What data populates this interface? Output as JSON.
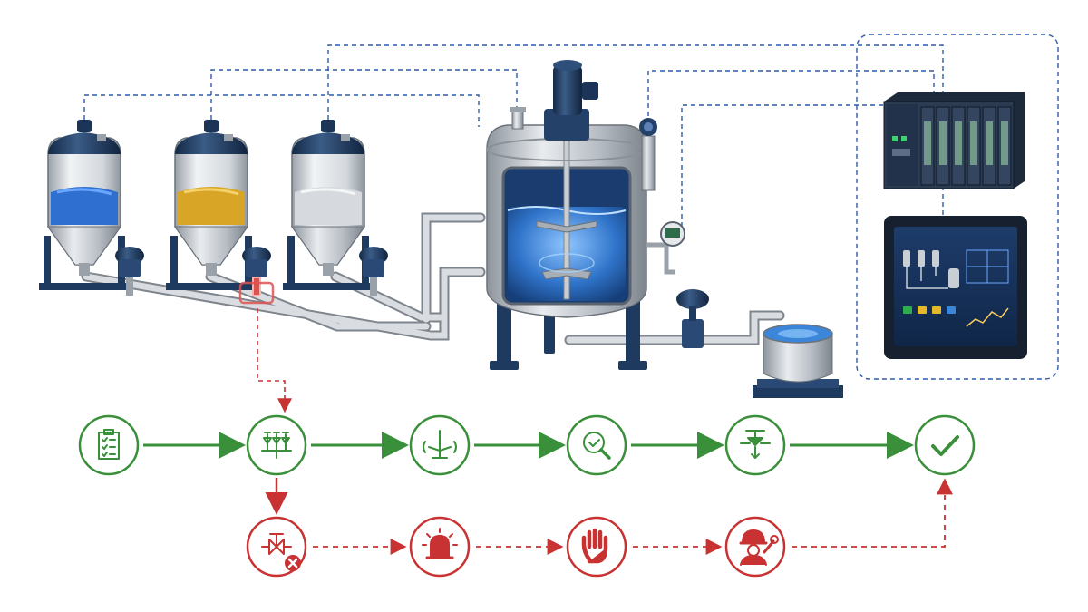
{
  "process": {
    "hoppers": [
      {
        "id": "hopper-1",
        "material_color": "#2f6fd0",
        "material_highlight": "#6aa6ff"
      },
      {
        "id": "hopper-2",
        "material_color": "#d9a526",
        "material_highlight": "#f4d06a"
      },
      {
        "id": "hopper-3",
        "material_color": "#d6d9de",
        "material_highlight": "#f4f5f7"
      }
    ],
    "reactor": {
      "liquid_color": "#2f73c9",
      "liquid_highlight": "#7fb8ff"
    },
    "receiver": {
      "liquid_color": "#3b86d8"
    },
    "faulted_valve": "valve-hopper-2"
  },
  "control_system": {
    "plc_modules": 6,
    "hmi_status_lamps": [
      "#2eae4a",
      "#e8b62b",
      "#e8b62b",
      "#3b86d8"
    ]
  },
  "workflow": {
    "normal_path": [
      {
        "key": "checklist",
        "icon": "clipboard-checklist-icon"
      },
      {
        "key": "dosing",
        "icon": "dosing-valves-icon"
      },
      {
        "key": "mixing",
        "icon": "agitator-mixing-icon"
      },
      {
        "key": "inspection",
        "icon": "magnifier-check-icon"
      },
      {
        "key": "discharge",
        "icon": "discharge-valve-icon"
      },
      {
        "key": "complete",
        "icon": "checkmark-icon"
      }
    ],
    "fault_path": [
      {
        "key": "valve-fault",
        "icon": "valve-error-icon"
      },
      {
        "key": "alarm",
        "icon": "alarm-beacon-icon"
      },
      {
        "key": "stop",
        "icon": "stop-hand-icon"
      },
      {
        "key": "maintenance",
        "icon": "maintenance-worker-icon"
      }
    ]
  },
  "colors": {
    "steel_dark": "#1f3a5f",
    "steel": "#b8bec6",
    "pipe": "#c3c8ce",
    "signal_line": "#2f5aa8",
    "normal_green": "#3a8f3a",
    "fault_red": "#c83232"
  }
}
